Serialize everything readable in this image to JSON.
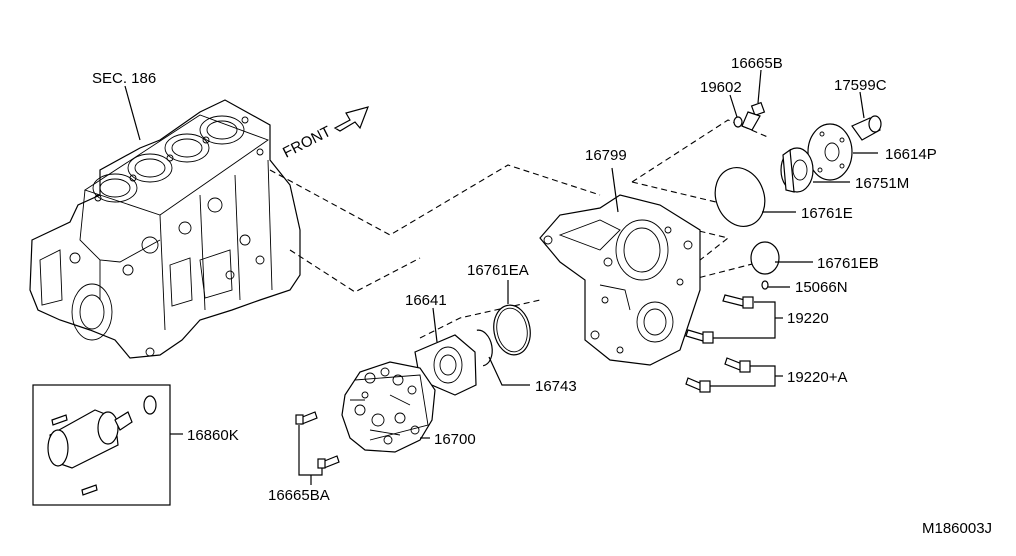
{
  "diagram": {
    "code": "M186003J",
    "front_label": "FRONT",
    "labels": {
      "sec186": "SEC. 186",
      "p16665B": "16665B",
      "p19602": "19602",
      "p17599C": "17599C",
      "p16614P": "16614P",
      "p16751M": "16751M",
      "p16799": "16799",
      "p16761E": "16761E",
      "p16761EB": "16761EB",
      "p15066N": "15066N",
      "p16761EA": "16761EA",
      "p16641": "16641",
      "p19220": "19220",
      "p19220A": "19220+A",
      "p16743": "16743",
      "p16860K": "16860K",
      "p16700": "16700",
      "p16665BA": "16665BA"
    }
  }
}
